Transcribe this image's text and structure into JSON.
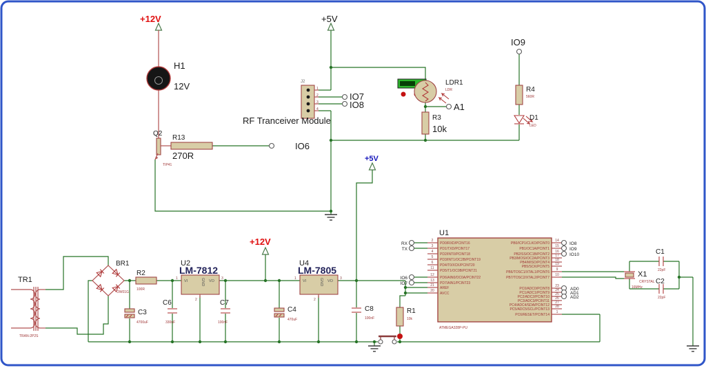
{
  "frame": {
    "border_color": "#2f55c8"
  },
  "power": {
    "p12_top": "+12V",
    "p5_top": "+5V",
    "p5_mid": "+5V",
    "p12_mid": "+12V"
  },
  "lamp": {
    "ref": "H1",
    "value": "12V"
  },
  "q2": {
    "ref": "Q2",
    "value": "TIP41"
  },
  "r13": {
    "ref": "R13",
    "value": "270R",
    "terminal": "IO6"
  },
  "rf": {
    "connector_ref": "J2",
    "caption": "RF Tranceiver Module",
    "pin_nums": [
      "1",
      "2",
      "3",
      "4"
    ],
    "terminal_io7": "IO7",
    "terminal_io8": "IO8"
  },
  "ldr": {
    "ref": "LDR1",
    "type": "LDR",
    "terminal_a1": "A1"
  },
  "r3": {
    "ref": "R3",
    "value": "10k"
  },
  "led": {
    "terminal_io9": "IO9",
    "r4_ref": "R4",
    "r4_value": "560R",
    "d1_ref": "D1",
    "d1_type": "LED"
  },
  "psu": {
    "tr1_ref": "TR1",
    "tr1_type": "TRAN-2P2S",
    "br1_ref": "BR1",
    "br1_value": "2W01G",
    "r2_ref": "R2",
    "r2_value": "100R",
    "c3_ref": "C3",
    "c3_value": "4700uF",
    "u2_ref": "U2",
    "u2_part": "LM-7812",
    "c6_ref": "C6",
    "c6_value": "330nF",
    "c7_ref": "C7",
    "c7_value": "100nF",
    "c4_ref": "C4",
    "c4_value": "470uF",
    "u4_ref": "U4",
    "u4_part": "LM-7805",
    "c8_ref": "C8",
    "c8_value": "100nF",
    "reg_pins": {
      "vi": "VI",
      "vo": "VO",
      "gnd": "GND",
      "n_in": "1",
      "n_gnd": "2",
      "n_out": "3"
    }
  },
  "reset": {
    "r1_ref": "R1",
    "r1_value": "10k"
  },
  "mcu": {
    "ref": "U1",
    "part": "ATMEGA328P-PU",
    "left_terminals": {
      "rx": "RX",
      "tx": "TX",
      "io6": "IO6",
      "io7": "IO7"
    },
    "right_terminals": {
      "io8": "IO8",
      "io9": "IO9",
      "io10": "IO10",
      "ad0": "AD0",
      "ad1": "AD1",
      "ad2": "AD2"
    },
    "left_pins": [
      {
        "num": "2",
        "label": "PD0/RXD/PCINT16"
      },
      {
        "num": "3",
        "label": "PD1/TXD/PCINT17"
      },
      {
        "num": "4",
        "label": "PD2/INT0/PCINT18"
      },
      {
        "num": "5",
        "label": "PD3/INT1/OC2B/PCINT19"
      },
      {
        "num": "6",
        "label": "PD4/T0/XCK/PCINT20"
      },
      {
        "num": "11",
        "label": "PD5/T1/OC0B/PCINT21"
      },
      {
        "num": "12",
        "label": "PD6/AIN0/OC0A/PCINT22"
      },
      {
        "num": "13",
        "label": "PD7/AIN1/PCINT23"
      },
      {
        "num": "21",
        "label": "AREF"
      },
      {
        "num": "20",
        "label": "AVCC"
      }
    ],
    "right_pins": [
      {
        "num": "14",
        "label": "PB0/ICP1/CLKO/PCINT0"
      },
      {
        "num": "15",
        "label": "PB1/OC1A/PCINT1"
      },
      {
        "num": "16",
        "label": "PB2/SS/OC1B/PCINT2"
      },
      {
        "num": "17",
        "label": "PB3/MOSI/OC2A/PCINT3"
      },
      {
        "num": "18",
        "label": "PB4/MISO/PCINT4"
      },
      {
        "num": "19",
        "label": "PB5/SCK/PCINT5"
      },
      {
        "num": "9",
        "label": "PB6/TOSC1/XTAL1/PCINT6"
      },
      {
        "num": "10",
        "label": "PB7/TOSC2/XTAL2/PCINT7"
      },
      {
        "num": "23",
        "label": "PC0/ADC0/PCINT8"
      },
      {
        "num": "24",
        "label": "PC1/ADC1/PCINT9"
      },
      {
        "num": "25",
        "label": "PC2/ADC2/PCINT10"
      },
      {
        "num": "26",
        "label": "PC3/ADC3/PCINT11"
      },
      {
        "num": "27",
        "label": "PC4/ADC4/SDA/PCINT12"
      },
      {
        "num": "28",
        "label": "PC5/ADC5/SCL/PCINT13"
      },
      {
        "num": "1",
        "label": "PC6/RESET/PCINT14"
      }
    ]
  },
  "crystal": {
    "ref": "X1",
    "type": "CRYSTAL",
    "value": "16MHz",
    "c1_ref": "C1",
    "c1_value": "22pF",
    "c2_ref": "C2",
    "c2_value": "22pF"
  }
}
